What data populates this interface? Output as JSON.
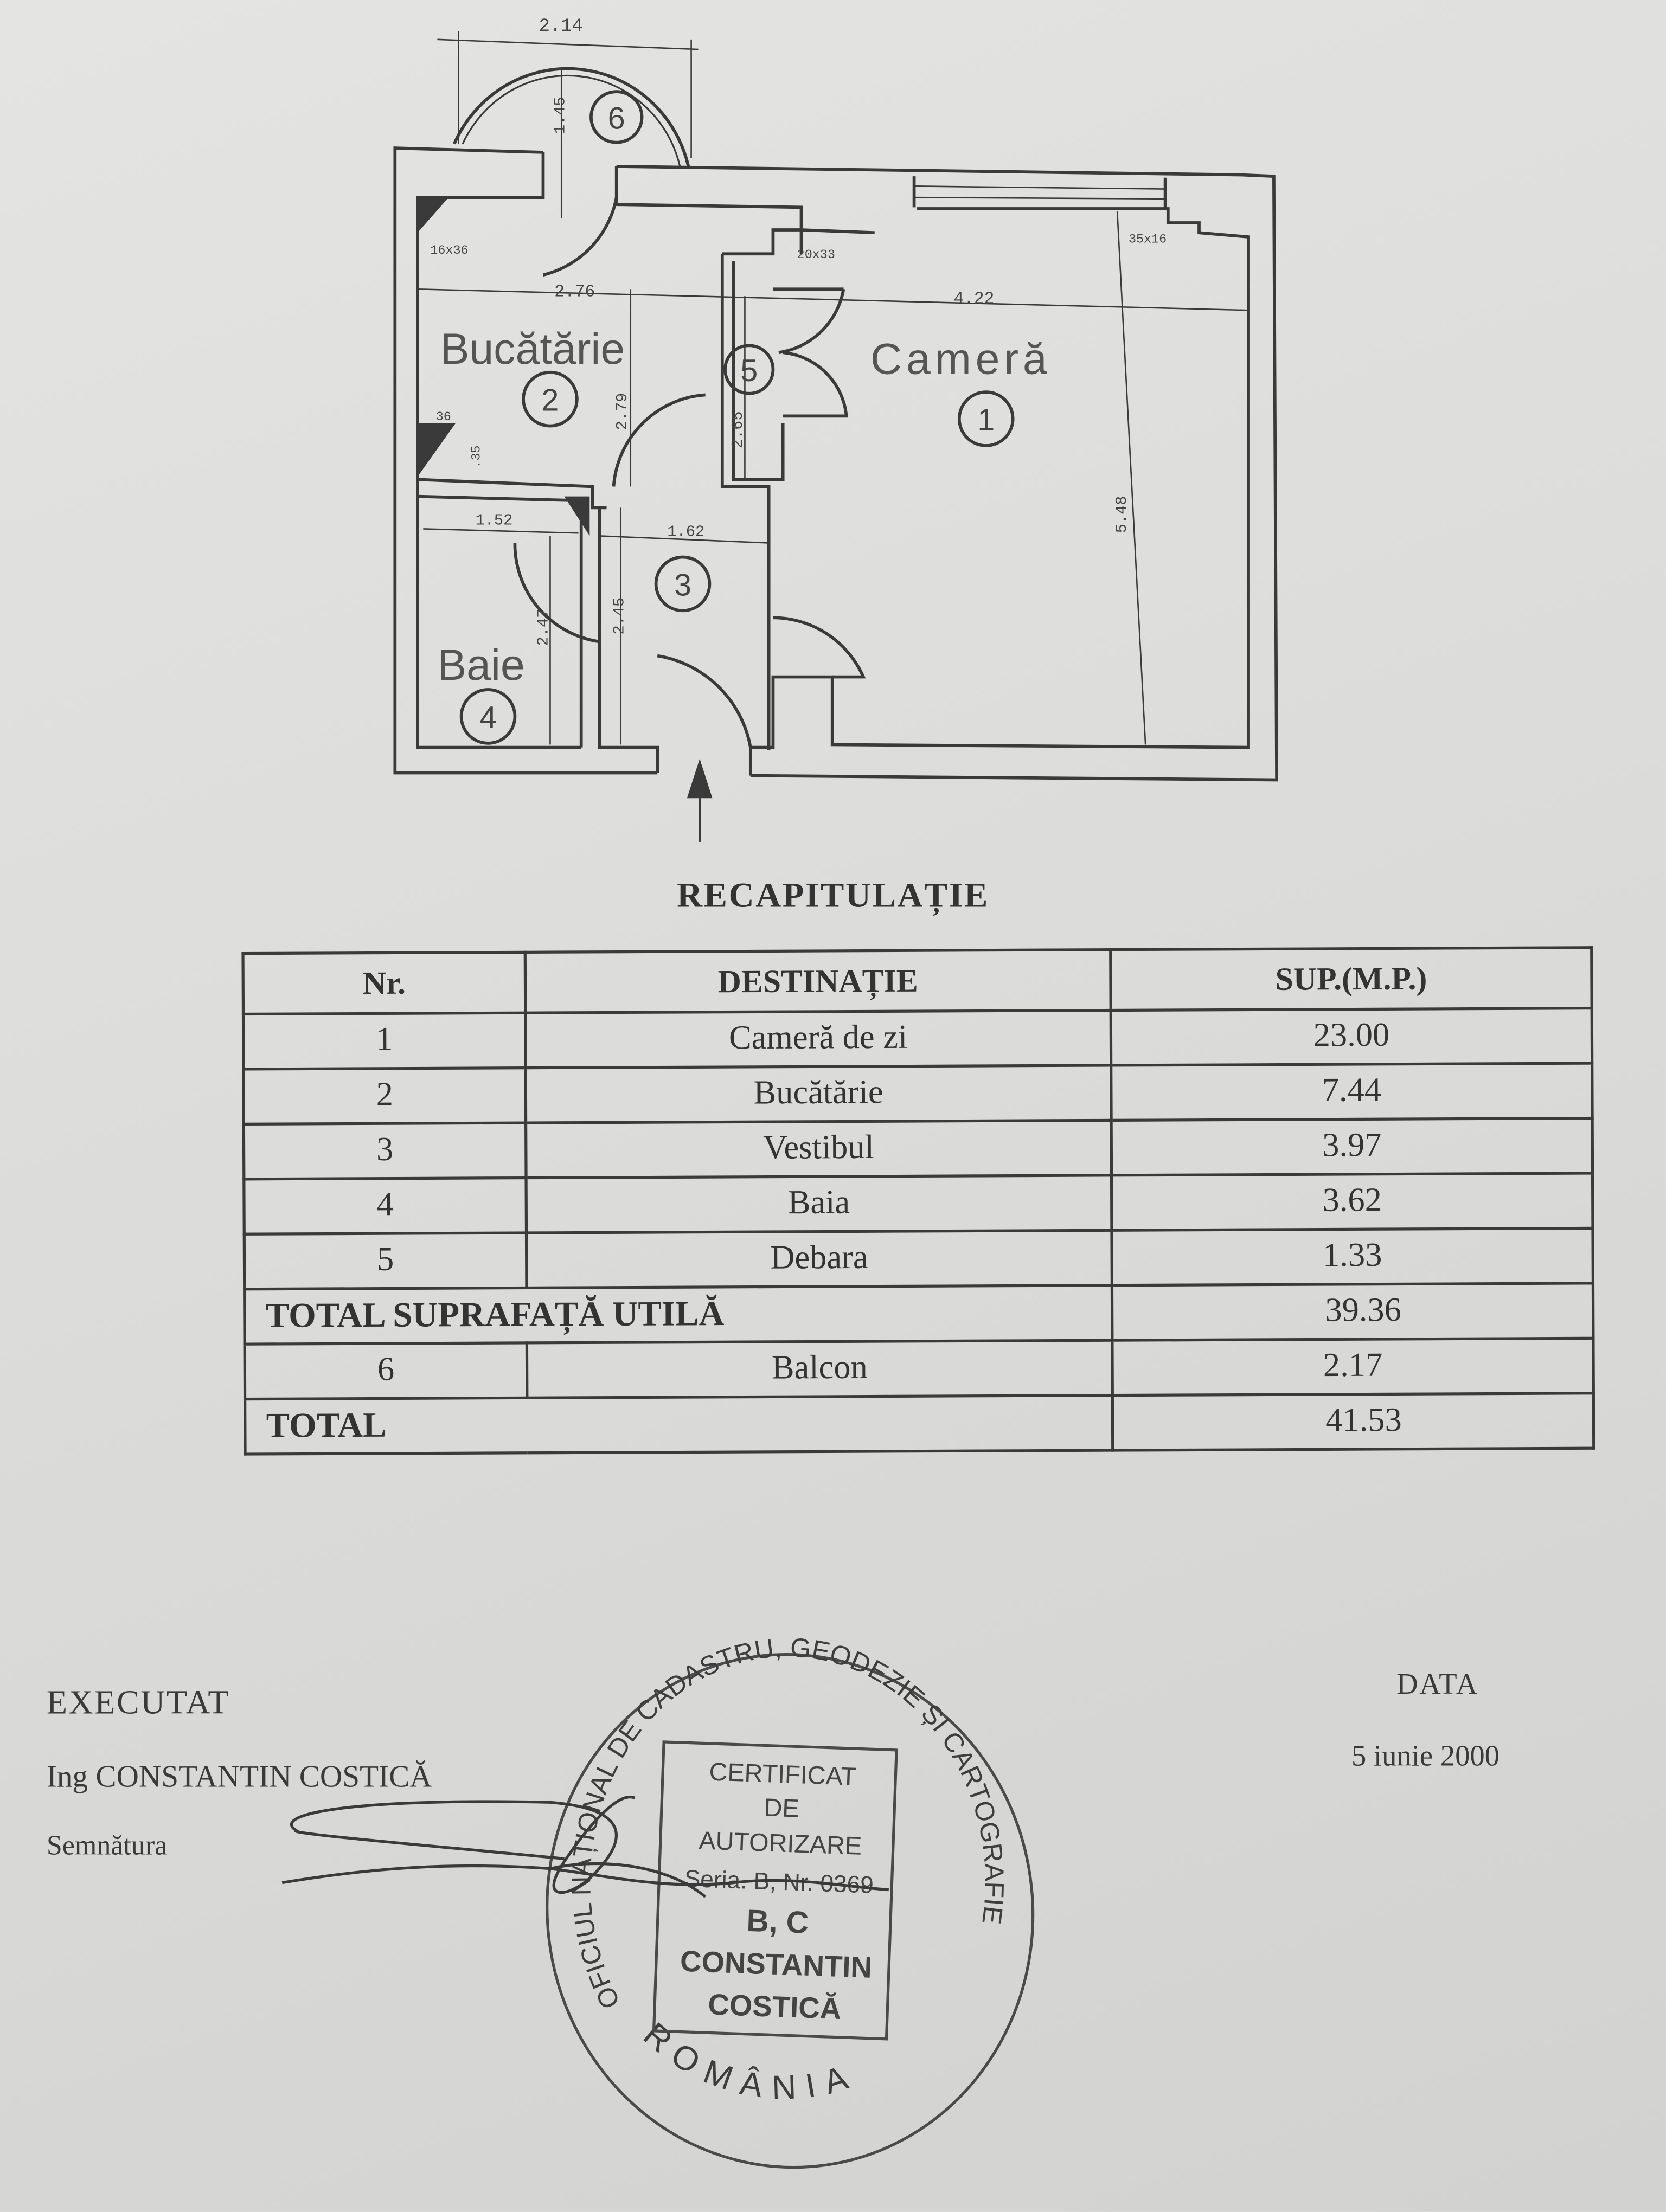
{
  "plan": {
    "rooms": [
      {
        "no": "1",
        "label": "Cameră"
      },
      {
        "no": "2",
        "label": "Bucătărie"
      },
      {
        "no": "3",
        "label": ""
      },
      {
        "no": "4",
        "label": "Baie"
      },
      {
        "no": "5",
        "label": ""
      },
      {
        "no": "6",
        "label": ""
      }
    ],
    "dimensions": {
      "balcony_width": "2.14",
      "balcony_depth": "1.45",
      "kitchen_width": "2.76",
      "room_width": "4.22",
      "kitchen_depth": "2.79",
      "storage_depth": "2.65",
      "bath_width": "1.52",
      "hall_width": "1.62",
      "bath_depth": "2.47",
      "hall_depth": "2.45",
      "room_depth": "5.48",
      "duct_kitchen": "16x36",
      "duct_storage": "20x33",
      "duct_room": "35x16",
      "duct_small": "36",
      "duct_small_2": ".35"
    },
    "entrance_icon": "arrow-up-icon"
  },
  "recap": {
    "title": "RECAPITULAȚIE",
    "headers": [
      "Nr.",
      "DESTINAȚIE",
      "SUP.(M.P.)"
    ],
    "rows": [
      {
        "nr": "1",
        "dest": "Cameră de zi",
        "sup": "23.00"
      },
      {
        "nr": "2",
        "dest": "Bucătărie",
        "sup": "7.44"
      },
      {
        "nr": "3",
        "dest": "Vestibul",
        "sup": "3.97"
      },
      {
        "nr": "4",
        "dest": "Baia",
        "sup": "3.62"
      },
      {
        "nr": "5",
        "dest": "Debara",
        "sup": "1.33"
      }
    ],
    "subtotal": {
      "label": "TOTAL SUPRAFAȚĂ UTILĂ",
      "value": "39.36"
    },
    "extra_row": {
      "nr": "6",
      "dest": "Balcon",
      "sup": "2.17"
    },
    "total": {
      "label": "TOTAL",
      "value": "41.53"
    }
  },
  "footer": {
    "executed_label": "EXECUTAT",
    "engineer": "Ing CONSTANTIN COSTICĂ",
    "signature_label": "Semnătura",
    "date_label": "DATA",
    "date": "5 iunie 2000"
  },
  "stamp": {
    "ring_text": "OFICIUL NAȚIONAL DE CADASTRU, GEODEZIE ȘI CARTOGRAFIE",
    "bottom_text": "ROMÂNIA",
    "lines": [
      "CERTIFICAT",
      "DE",
      "AUTORIZARE",
      "Seria. B, Nr. 0369",
      "B, C",
      "CONSTANTIN",
      "COSTICĂ"
    ]
  }
}
